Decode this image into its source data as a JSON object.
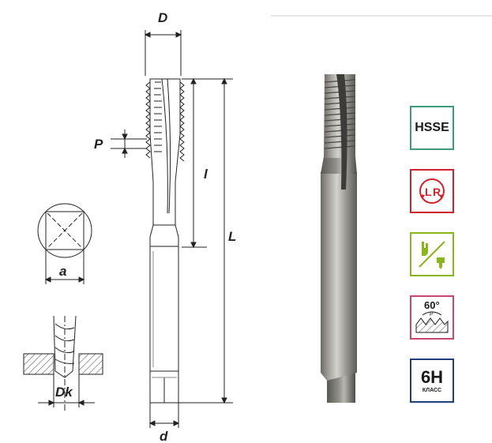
{
  "drawing": {
    "dim_D": "D",
    "dim_P": "P",
    "dim_l": "l",
    "dim_L": "L",
    "dim_a": "a",
    "dim_Dk": "Dk",
    "dim_d": "d"
  },
  "badges": {
    "material": {
      "text": "HSSE",
      "color": "#3d9a7a"
    },
    "direction": {
      "left": "L",
      "right": "R",
      "color": "#d2232a"
    },
    "usage": {
      "icon": "hand-and-machine-icon",
      "color": "#8ab51e"
    },
    "thread_angle": {
      "text": "60°",
      "sub": "P",
      "color": "#c9476f"
    },
    "tolerance": {
      "text": "6H",
      "sub": "КЛАСС",
      "color": "#1f3f7a"
    }
  }
}
